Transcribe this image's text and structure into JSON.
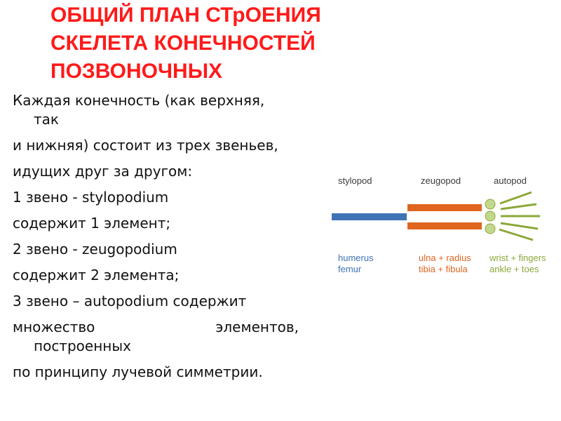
{
  "slide": {
    "title_lines": [
      "ОБЩИЙ ПЛАН СТрОЕНИЯ",
      "СКЕЛЕТА КОНЕЧНОСТЕЙ",
      "ПОЗВОНОЧНЫХ"
    ],
    "body_lines": [
      "Каждая конечность (как верхняя,",
      "так",
      "и нижняя) состоит из трех звеньев,",
      "идущих друг за другом:",
      "1 звено - stylopodium",
      "содержит 1 элемент;",
      "2 звено - zeugopodium",
      "содержит 2 элемента;",
      "3 звено – autopodium содержит",
      "множество",
      "элементов,",
      "построенных",
      "по принципу лучевой симметрии."
    ]
  },
  "diagram": {
    "headers": [
      "stylopod",
      "zeugopod",
      "autopod"
    ],
    "stylopod_labels": [
      "humerus",
      "femur"
    ],
    "zeugopod_labels": [
      "ulna + radius",
      "tibia + fibula"
    ],
    "autopod_labels": [
      "wrist + fingers",
      "ankle + toes"
    ],
    "colors": {
      "title": "#ff1a1a",
      "stylopod": "#3f73b5",
      "zeugopod": "#e0651f",
      "autopod": "#8aa838",
      "autopod_fill": "#c3d88a"
    },
    "element_counts": {
      "stylopod": 1,
      "zeugopod": 2,
      "autopod_circles": 3,
      "autopod_rays": 5
    }
  }
}
